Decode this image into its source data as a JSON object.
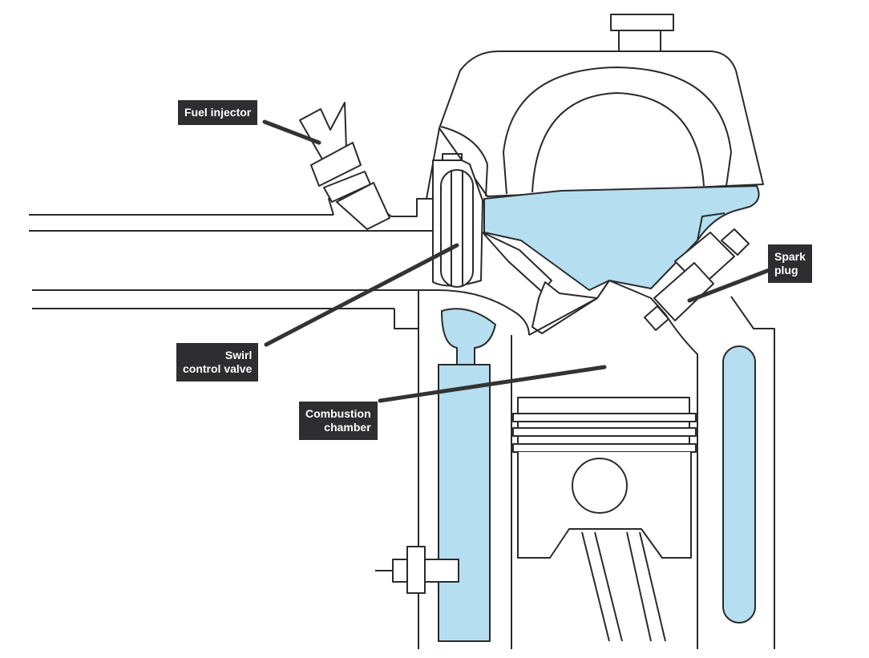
{
  "labels": {
    "fuel_injector": [
      "Fuel injector"
    ],
    "swirl_control_valve": [
      "Swirl",
      "control valve"
    ],
    "combustion_chamber": [
      "Combustion",
      "chamber"
    ],
    "spark_plug": [
      "Spark",
      "plug"
    ]
  },
  "colors": {
    "coolant": "#b5def0",
    "line": "#2a2a2a",
    "label_bg": "#2e2e30",
    "label_text": "#ffffff",
    "leader": "#333333"
  }
}
